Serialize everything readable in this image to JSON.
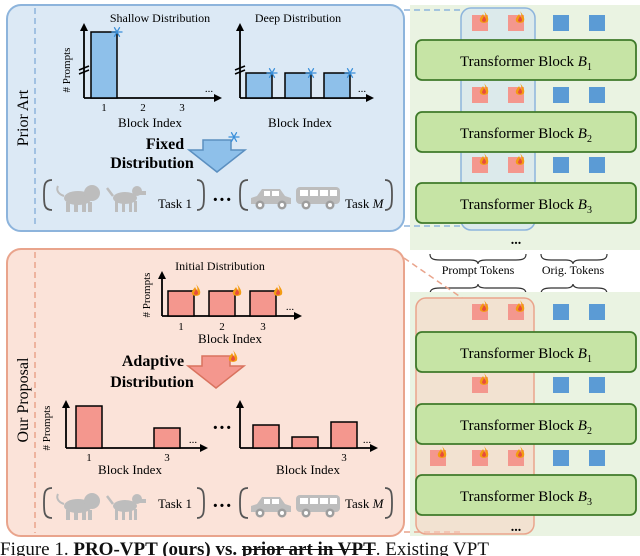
{
  "prior_art": {
    "side_label": "Prior Art",
    "shallow_title": "Shallow Distribution",
    "deep_title": "Deep Distribution",
    "y_label": "# Prompts",
    "x_label": "Block Index",
    "ticks": [
      "1",
      "2",
      "3"
    ],
    "ellipsis": "...",
    "arrow_label_1": "Fixed",
    "arrow_label_2": "Distribution",
    "task_first": "Task 1",
    "task_sep": "···",
    "task_last_prefix": "Task ",
    "task_last_var": "M"
  },
  "proposal": {
    "side_label": "Our Proposal",
    "initial_title": "Initial Distribution",
    "y_label": "# Prompts",
    "x_label": "Block Index",
    "ticks": [
      "1",
      "2",
      "3"
    ],
    "ellipsis": "...",
    "arrow_label_1": "Adaptive",
    "arrow_label_2": "Distribution",
    "task_first": "Task 1",
    "task_sep": "···",
    "task_last_prefix": "Task ",
    "task_last_var": "M"
  },
  "transformer": {
    "block_prefix": "Transformer Block ",
    "block_var": "B",
    "blocks_top": [
      "1",
      "2",
      "3"
    ],
    "blocks_bottom": [
      "1",
      "2",
      "3"
    ],
    "ellipsis": "...",
    "prompt_tokens_label": "Prompt Tokens",
    "orig_tokens_label": "Orig. Tokens"
  },
  "caption": {
    "part1": "Figure 1. ",
    "part2": "PRO-VPT (ours) vs. ",
    "part3": "prior art in VPT",
    "part4": ". Existing VPT"
  },
  "colors": {
    "prior_panel_fill": "#dce9f5",
    "prior_panel_stroke": "#8db4dc",
    "proposal_panel_fill": "#fbe3d9",
    "proposal_panel_stroke": "#e9a48c",
    "frozen_bar": "#8ec0ea",
    "learned_bar": "#f4978e",
    "block_fill": "#c6e4a5",
    "block_stroke": "#3f7a2a",
    "backbone_bg": "#eaf3e2",
    "orig_token": "#5b9bd5",
    "icon_gray": "#bdbdbd"
  }
}
